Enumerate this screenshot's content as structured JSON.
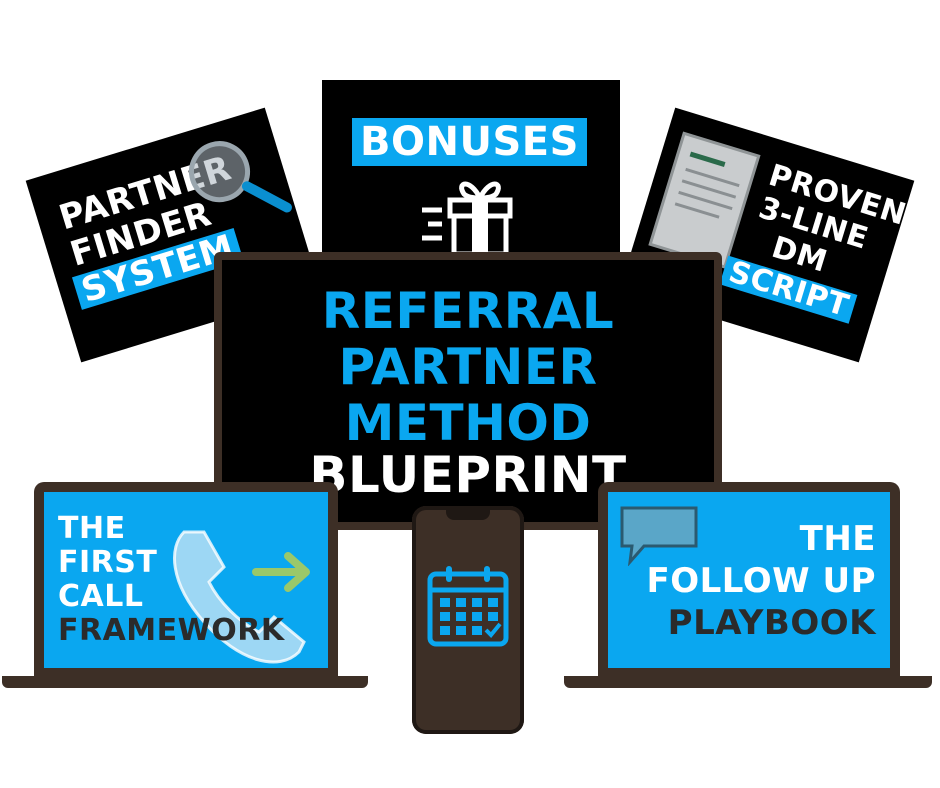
{
  "bonuses": {
    "label": "BONUSES"
  },
  "partner_finder": {
    "line1": "PARTNER",
    "line2": "FINDER",
    "line3": "SYSTEM"
  },
  "dm_script": {
    "line1": "PROVEN",
    "line2": "3-LINE",
    "line3": "DM",
    "line4": "SCRIPT"
  },
  "main": {
    "line1": "REFERRAL",
    "line2": "PARTNER",
    "line3": "METHOD",
    "line4": "BLUEPRINT"
  },
  "first_call": {
    "line1": "THE",
    "line2": "FIRST",
    "line3": "CALL",
    "line4": "FRAMEWORK"
  },
  "follow_up": {
    "line1": "THE",
    "line2": "FOLLOW UP",
    "line3": "PLAYBOOK"
  },
  "colors": {
    "accent": "#0aa7f0",
    "device": "#3d2f26",
    "dark_text": "#2b2b2b"
  },
  "icons": [
    "magnifier-icon",
    "gift-icon",
    "document-icon",
    "phone-icon",
    "arrow-right-icon",
    "calendar-icon",
    "speech-bubble-icon"
  ]
}
